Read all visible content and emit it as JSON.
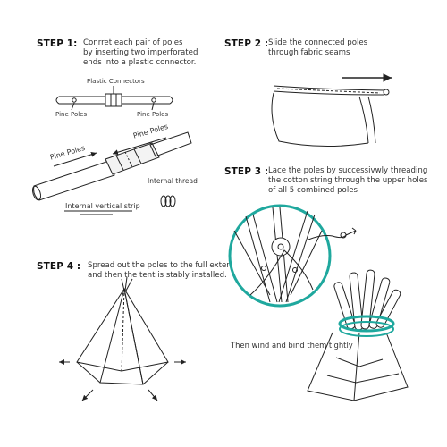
{
  "step1": {
    "label": "STEP 1:",
    "text": "Conrret each pair of poles\nby inserting two imperforated\nends into a plastic connector.",
    "plastic_connectors": "Plastic Connectors",
    "pine_poles_left": "Pine Poles",
    "pine_poles_right": "Pine Poles",
    "pine_poles_diag_1": "Pine Poles",
    "pine_poles_diag_2": "Pine Poles",
    "internal_thread": "Internal thread",
    "internal_vertical_strip": "Internal vertical strip"
  },
  "step2": {
    "label": "STEP 2 :",
    "text": "Slide the connected poles\nthrough fabric seams"
  },
  "step3": {
    "label": "STEP 3 :",
    "text": "Lace the poles by successivwly threading\nthe cotton string through the upper holes\nof all 5 combined poles"
  },
  "step4": {
    "label": "STEP 4 :",
    "text": "Spread out the poles to the full extent,\nand then the tent is stably installed."
  },
  "final_caption": "Then wind and bind them tightly",
  "colors": {
    "accent_teal": "#1fa89e",
    "line": "#222222"
  }
}
